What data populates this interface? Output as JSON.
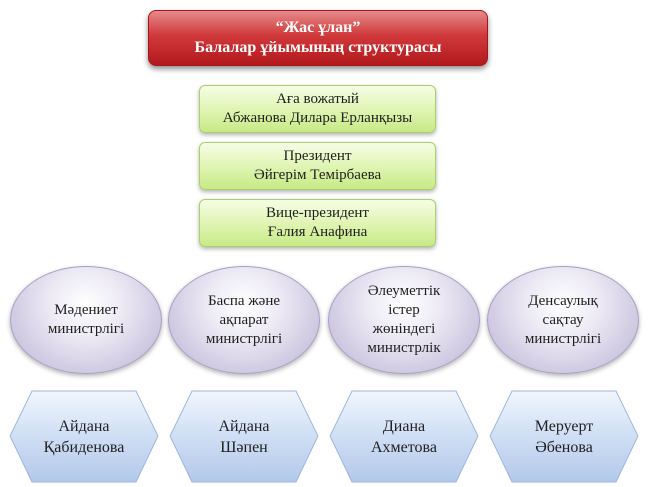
{
  "title": {
    "line1": "“Жас ұлан”",
    "line2": "Балалар ұйымының   структурасы"
  },
  "leaders": [
    {
      "line1": "Аға вожатый",
      "line2": "Абжанова Дилара  Ерланқызы"
    },
    {
      "line1": "Президент",
      "line2": "Әйгерім Темірбаева"
    },
    {
      "line1": "Вице-президент",
      "line2": "Ғалия Анафина"
    }
  ],
  "ministries": [
    {
      "lines": [
        "Мәдениет",
        "министрлігі"
      ]
    },
    {
      "lines": [
        "Баспа және",
        "ақпарат",
        "министрлігі"
      ]
    },
    {
      "lines": [
        "Әлеуметтік",
        "істер",
        "жөніндегі",
        "министрлік"
      ]
    },
    {
      "lines": [
        "Денсаулық",
        "сақтау",
        "министрлігі"
      ]
    }
  ],
  "ministers": [
    {
      "line1": "Айдана",
      "line2": "Қабиденова"
    },
    {
      "line1": "Айдана",
      "line2": "Шәпен"
    },
    {
      "line1": "Диана",
      "line2": "Ахметова"
    },
    {
      "line1": "Меруерт",
      "line2": "Әбенова"
    }
  ],
  "colors": {
    "title": "#c62a2d",
    "leader": "#d9f2a8",
    "ministry": "#cdc6e0",
    "minister": "#c9d9f2"
  }
}
